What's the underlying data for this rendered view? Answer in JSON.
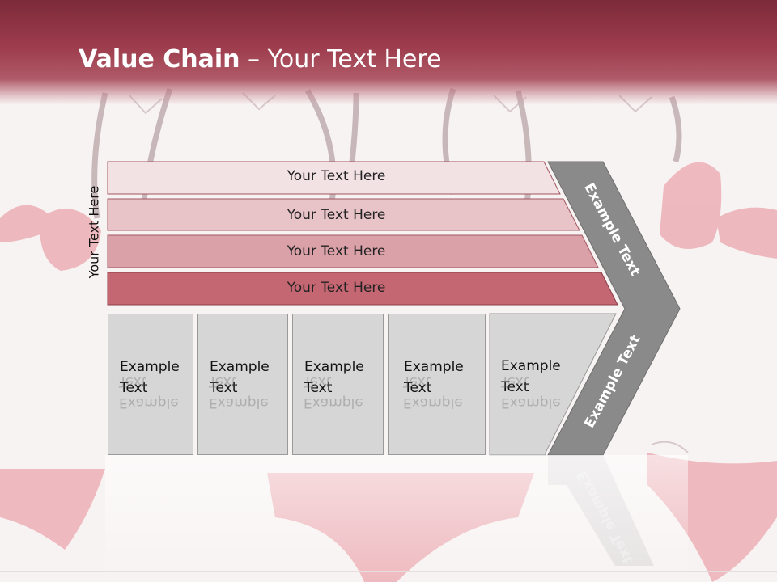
{
  "slide": {
    "title_bold": "Value Chain",
    "title_rest": " – Your Text Here"
  },
  "diagram": {
    "vertical_label": "Your Text Here",
    "bands": [
      {
        "label": "Your Text Here",
        "color": "#f3e2e4"
      },
      {
        "label": "Your Text Here",
        "color": "#e8c4c9"
      },
      {
        "label": "Your Text Here",
        "color": "#dba1a9"
      },
      {
        "label": "Your Text Here",
        "color": "#c46772"
      }
    ],
    "boxes": [
      {
        "line1": "Example",
        "line2": "Text"
      },
      {
        "line1": "Example",
        "line2": "Text"
      },
      {
        "line1": "Example",
        "line2": "Text"
      },
      {
        "line1": "Example",
        "line2": "Text"
      },
      {
        "line1": "Example",
        "line2": "Text"
      }
    ],
    "arrow_top_label": "Example Text",
    "arrow_bottom_label": "Example Text",
    "arrow_color": "#8a8a8a",
    "box_color": "#d6d6d6"
  }
}
